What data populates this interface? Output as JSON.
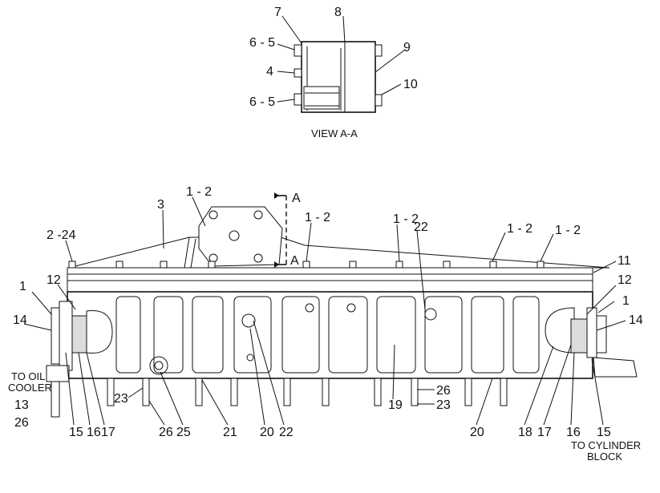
{
  "view_title": "VIEW A-A",
  "section_marker": "A",
  "notes": {
    "to_oil_cooler": [
      "TO OIL",
      "COOLER"
    ],
    "to_cylinder_block": [
      "TO CYLINDER",
      "BLOCK"
    ]
  },
  "callouts": {
    "c7": "7",
    "c8": "8",
    "c9": "9",
    "c10": "10",
    "c6_5a": "6 - 5",
    "c4": "4",
    "c6_5b": "6 - 5",
    "c3": "3",
    "c1_2a": "1 - 2",
    "c1_2b": "1 - 2",
    "c1_2c": "1 - 2",
    "c1_2d": "1 - 2",
    "c1_2e": "1 - 2",
    "c2_24": "2 -24",
    "c22a": "22",
    "c11": "11",
    "c12a": "12",
    "c12b": "12",
    "c1a": "1",
    "c1b": "1",
    "c14a": "14",
    "c14b": "14",
    "c13": "13",
    "c26a": "26",
    "c23a": "23",
    "c26b": "26",
    "c23b": "23",
    "c19": "19",
    "b15a": "15",
    "b16a": "16",
    "b17a": "17",
    "b26": "26",
    "b25": "25",
    "b21": "21",
    "b20a": "20",
    "b22": "22",
    "b20b": "20",
    "b18": "18",
    "b17b": "17",
    "b16b": "16",
    "b15b": "15"
  }
}
